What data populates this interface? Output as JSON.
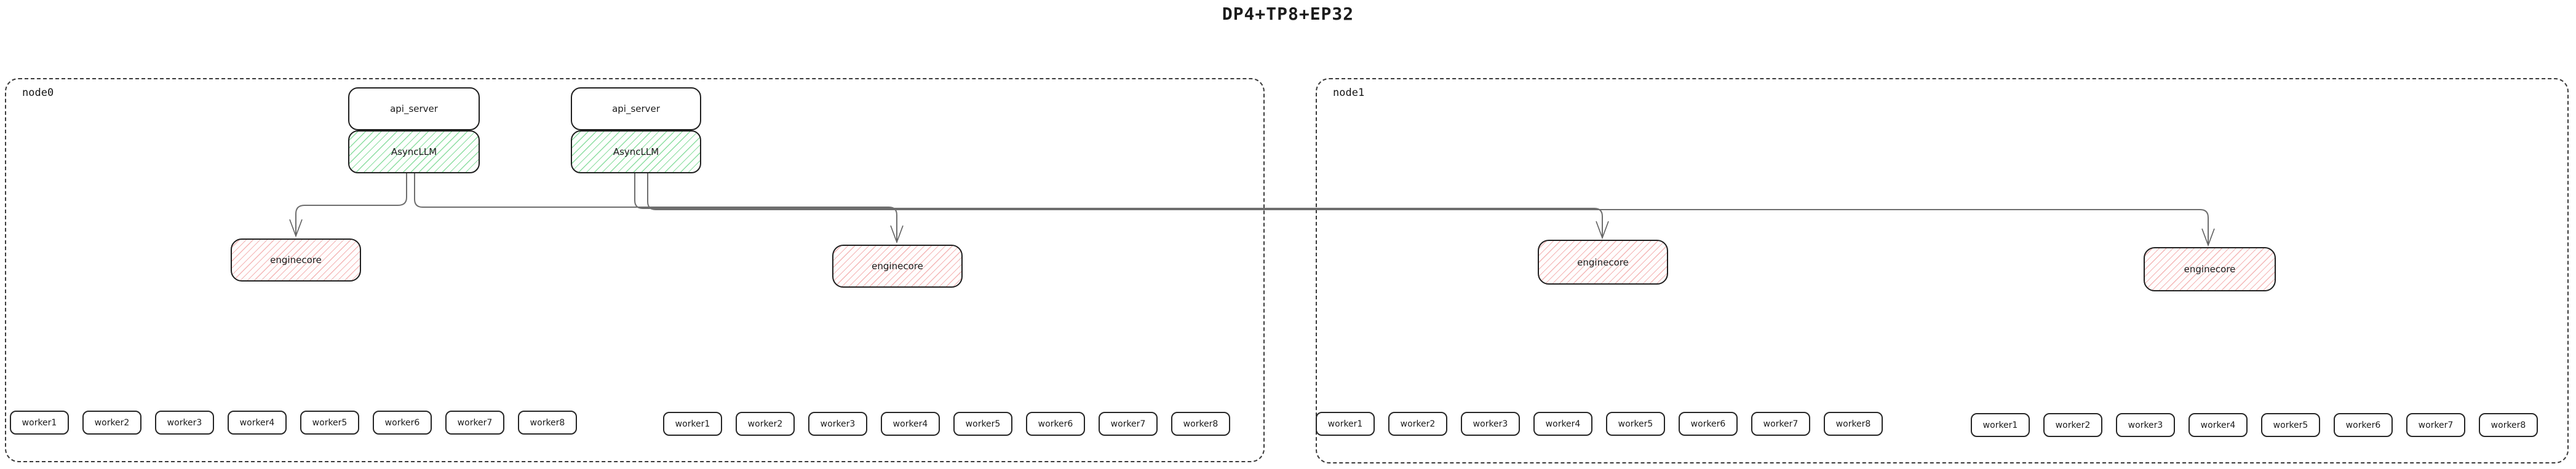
{
  "title": "DP4+TP8+EP32",
  "colors": {
    "background": "#ffffff",
    "box_border": "#1f1f1f",
    "frame_dash": "#3a3a3a",
    "asyncllm_hatch_green": "#78d891",
    "enginecore_hatch_pink": "#f2a4a4",
    "connector_gray": "#6e6e6e"
  },
  "node0": {
    "label": "node0",
    "stacks": [
      {
        "api_server": "api_server",
        "asyncllm": "AsyncLLM"
      },
      {
        "api_server": "api_server",
        "asyncllm": "AsyncLLM"
      }
    ],
    "enginecores": [
      "enginecore",
      "enginecore"
    ],
    "worker_groups": [
      [
        "worker1",
        "worker2",
        "worker3",
        "worker4",
        "worker5",
        "worker6",
        "worker7",
        "worker8"
      ],
      [
        "worker1",
        "worker2",
        "worker3",
        "worker4",
        "worker5",
        "worker6",
        "worker7",
        "worker8"
      ]
    ]
  },
  "node1": {
    "label": "node1",
    "enginecores": [
      "enginecore",
      "enginecore"
    ],
    "worker_groups": [
      [
        "worker1",
        "worker2",
        "worker3",
        "worker4",
        "worker5",
        "worker6",
        "worker7",
        "worker8"
      ],
      [
        "worker1",
        "worker2",
        "worker3",
        "worker4",
        "worker5",
        "worker6",
        "worker7",
        "worker8"
      ]
    ]
  }
}
